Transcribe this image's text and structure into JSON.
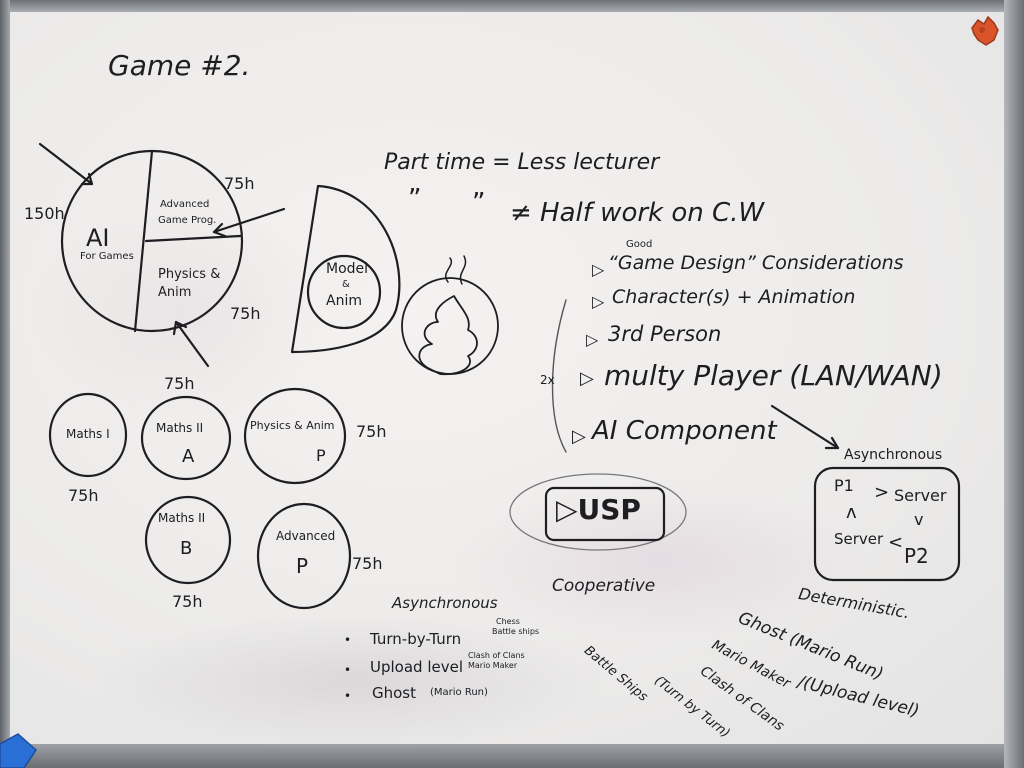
{
  "board": {
    "title": "Game #2.",
    "pie": {
      "slices": [
        {
          "label": "AI",
          "sublabel": "For Games",
          "hours": "150h"
        },
        {
          "label": "Advanced",
          "sublabel": "Game Prog.",
          "hours": "75h"
        },
        {
          "label": "Physics &",
          "sublabel": "Anim",
          "hours": "75h"
        }
      ]
    },
    "half_circle_label": {
      "line1": "Model",
      "line2": "&",
      "line3": "Anim"
    },
    "notes": {
      "line1": "Part time = Less lecturer",
      "ditto1": "”",
      "ditto2": "”",
      "line2": "≠ Half work on C.W",
      "bullets": [
        {
          "prefix": "▷",
          "over": "Good",
          "text": "“Game Design” Considerations"
        },
        {
          "prefix": "▷",
          "text": "Character(s) + Animation"
        },
        {
          "prefix": "▷",
          "text": "3rd Person"
        },
        {
          "prefix": "▷",
          "pre": "2x",
          "text": "multy Player (LAN/WAN)"
        },
        {
          "prefix": "▷",
          "text": "AI Component"
        }
      ],
      "usp": "▷USP"
    },
    "modules": [
      {
        "label": "Maths I",
        "hours": "75h"
      },
      {
        "label": "Maths II",
        "sub": "A",
        "hours": "75h"
      },
      {
        "label": "Physics & Anim",
        "sub": "P",
        "hours": "75h"
      },
      {
        "label": "Maths II",
        "sub": "B",
        "hours": "75h"
      },
      {
        "label": "Advanced",
        "sub": "P",
        "hours": "75h"
      }
    ],
    "async_box": {
      "title": "Asynchronous",
      "p1": "P1",
      "arrow1": ">",
      "server_top": "Server",
      "caret_up": "ʌ",
      "caret_down": "v",
      "server_bottom": "Server",
      "arrow2": "<",
      "p2": "P2"
    },
    "asynchronous_list": {
      "heading": "Asynchronous",
      "items": [
        {
          "text": "Turn-by-Turn",
          "note1": "Chess",
          "note2": "Battle ships"
        },
        {
          "text": "Upload level",
          "note1": "Clash of Clans",
          "note2": "Mario Maker"
        },
        {
          "text": "Ghost",
          "note1": "(Mario Run)"
        }
      ]
    },
    "cooperative": "Cooperative",
    "battle_ships": "Battle Ships",
    "turn_by_turn": "(Turn by Turn)",
    "deterministic": {
      "heading": "Deterministic.",
      "ghost": "Ghost (Mario Run)",
      "mario_maker": "Mario Maker",
      "clash": "Clash of Clans",
      "upload": "/(Upload level)"
    },
    "ink_color": "#1d1d22",
    "magnet_color": "#d9532b",
    "eraser_color": "#2a6fd6"
  }
}
